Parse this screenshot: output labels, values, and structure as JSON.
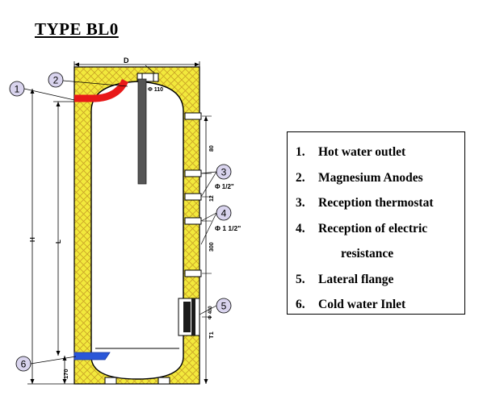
{
  "title": "TYPE BL0",
  "dimensions": {
    "d": "D",
    "phi_110": "Φ 110",
    "h": "H",
    "l": "L",
    "d80": "80",
    "d12": "12",
    "phi_half": "Φ 1/2\"",
    "phi_one_half": "Φ 1 1/2\"",
    "d300": "300",
    "d400": "Φ 400",
    "t1": "T1",
    "d170": "170"
  },
  "callouts": [
    {
      "number": "1"
    },
    {
      "number": "2"
    },
    {
      "number": "3"
    },
    {
      "number": "4"
    },
    {
      "number": "5"
    },
    {
      "number": "6"
    }
  ],
  "legend": [
    {
      "number": "1.",
      "label": "Hot water outlet"
    },
    {
      "number": "2.",
      "label": "Magnesium Anodes"
    },
    {
      "number": "3.",
      "label": "Reception thermostat"
    },
    {
      "number": "4.",
      "label": "Reception of electric",
      "continuation": "resistance"
    },
    {
      "number": "5.",
      "label": "Lateral flange"
    },
    {
      "number": "6.",
      "label": "Cold water Inlet"
    }
  ],
  "colors": {
    "insulation": "#f2e93c",
    "hot_pipe": "#e81818",
    "cold_pipe": "#2a56d8",
    "anode": "#555555",
    "callout_fill": "#d9d4ee"
  }
}
